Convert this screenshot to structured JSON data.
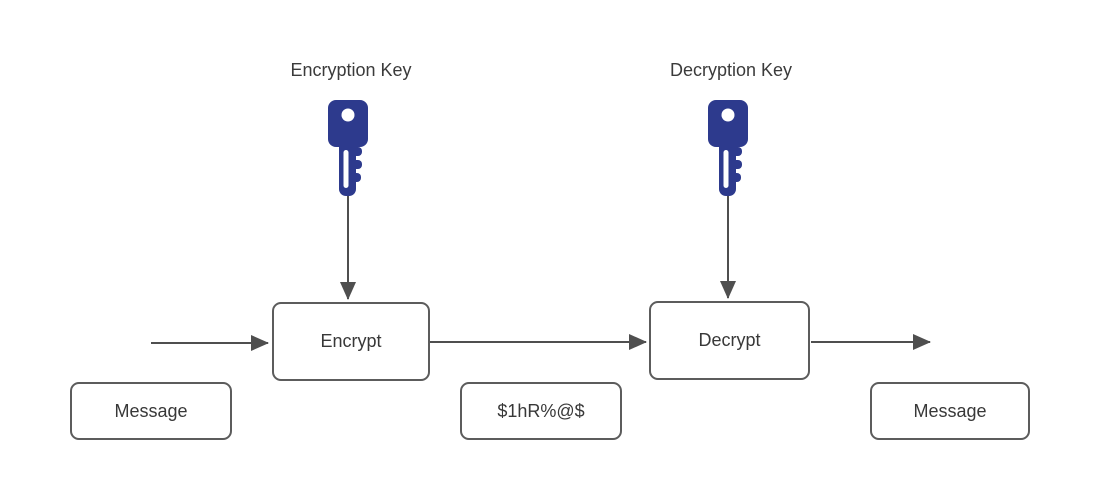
{
  "diagram": {
    "key_labels": {
      "encryption": "Encryption Key",
      "decryption": "Decryption Key"
    },
    "process_nodes": {
      "encrypt": "Encrypt",
      "decrypt": "Decrypt"
    },
    "data_nodes": {
      "input_message": "Message",
      "ciphertext": "$1hR%@$",
      "output_message": "Message"
    },
    "colors": {
      "key_fill": "#2d3a8d",
      "arrow_line": "#4f4f4f",
      "node_border": "#5c5c5c",
      "text": "#3b3b3b",
      "background": "#ffffff"
    }
  }
}
